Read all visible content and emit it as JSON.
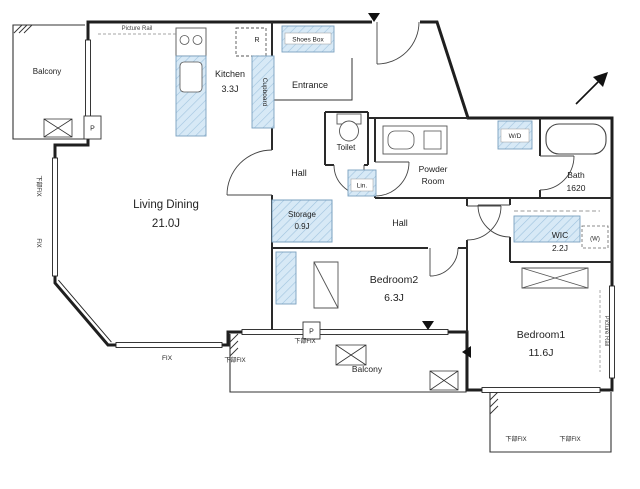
{
  "floor_plan": {
    "rooms": {
      "living_dining": {
        "name": "Living Dining",
        "size": "21.0J"
      },
      "kitchen": {
        "name": "Kitchen",
        "size": "3.3J"
      },
      "entrance": {
        "name": "Entrance"
      },
      "hall_upper": {
        "name": "Hall"
      },
      "hall_lower": {
        "name": "Hall"
      },
      "toilet": {
        "name": "Toilet"
      },
      "powder_room": {
        "line1": "Powder",
        "line2": "Room"
      },
      "bath": {
        "name": "Bath",
        "size": "1620"
      },
      "storage": {
        "name": "Storage",
        "size": "0.9J"
      },
      "wic": {
        "name": "WIC",
        "size": "2.2J"
      },
      "bedroom1": {
        "name": "Bedroom1",
        "size": "11.6J"
      },
      "bedroom2": {
        "name": "Bedroom2",
        "size": "6.3J"
      },
      "balcony_top_left": {
        "name": "Balcony"
      },
      "balcony_bottom": {
        "name": "Balcony"
      }
    },
    "fixtures": {
      "shoes_box": "Shoes Box",
      "cupboard": "Cupboard",
      "refrigerator": "R",
      "washer_dryer": "W/D",
      "linen": "Lin.",
      "water_heater": "(W)",
      "pipe_space_1": "P",
      "pipe_space_2": "P"
    },
    "annotations": {
      "picture_rail_top": "Picture Rail",
      "picture_rail_right": "Picture Rail",
      "fix_left_top": "下部FIX",
      "fix_left_bottom": "FIX",
      "fix_ld_bottom": "FIX",
      "fix_ld_bottom2": "下部FIX",
      "fix_balcony_wall": "下部FIX",
      "fix_bottom_right_1": "下部FIX",
      "fix_bottom_right_2": "下部FIX"
    }
  }
}
